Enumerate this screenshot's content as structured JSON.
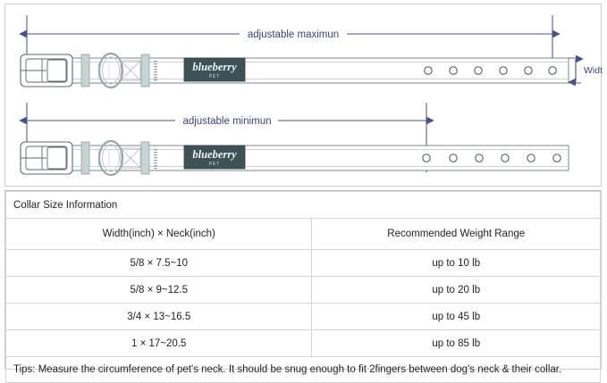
{
  "diagram": {
    "max_label": "adjustable maximun",
    "min_label": "adjustable minimun",
    "width_label": "Width",
    "logo_text": "blueberry",
    "logo_sub": "PET",
    "colors": {
      "dimension_line": "#4a4f93",
      "strap_outline": "#6f7b7f",
      "hardware_fill": "#c6d4d3",
      "logo_bg": "#3d5257",
      "panel_border": "#c9ccd2"
    },
    "max_holes": 6,
    "min_holes": 6
  },
  "table": {
    "title": "Collar Size Information",
    "headers": [
      "Width(inch)  ×  Neck(inch)",
      "Recommended Weight Range"
    ],
    "rows": [
      [
        "5/8 × 7.5~10",
        "up to 10 lb"
      ],
      [
        "5/8 × 9~12.5",
        "up to 20 lb"
      ],
      [
        "3/4 × 13~16.5",
        "up to 45 lb"
      ],
      [
        "1 × 17~20.5",
        "up to 85 lb"
      ]
    ],
    "tips": "Tips: Measure the circumference of pet's neck. It should be snug enough to fit 2fingers between dog's neck & their collar."
  }
}
